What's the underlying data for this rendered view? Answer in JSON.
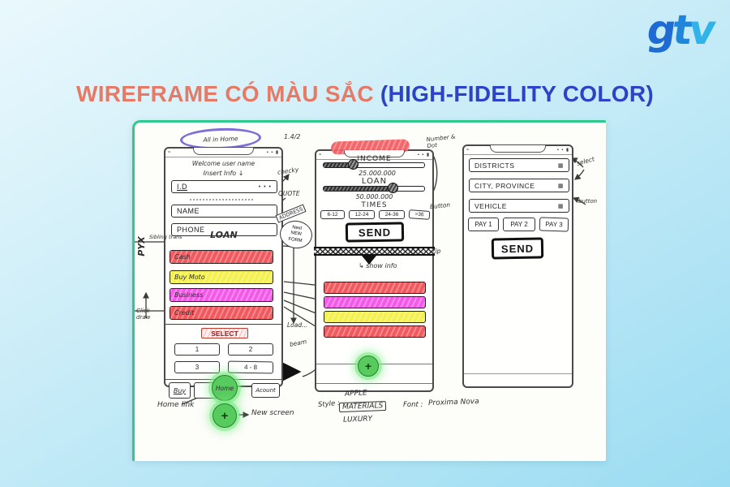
{
  "page": {
    "logo_text": "gtv",
    "title": {
      "main": "WIREFRAME CÓ MÀU SẮC",
      "sub": " (HIGH-FIDELITY COLOR)"
    },
    "colors": {
      "title_main": "#e57a66",
      "title_sub": "#2c43c8",
      "background_top": "#eaf8fd",
      "background_bottom": "#9bdcf2",
      "sketch_border_green": "#2fc98c",
      "logo_blue": "#1d6bd3",
      "logo_light_blue": "#2fb3e8",
      "highlight_red": "#f0595e",
      "highlight_yellow": "#f4f04e",
      "highlight_magenta": "#f45ae8",
      "accent_green": "#57cb5e",
      "circle_purple": "#7f6ed8"
    }
  },
  "sketch": {
    "date_note": "1.4/2",
    "icons": {
      "status_icons": "▪ ▪ ▮",
      "status_left": "≈",
      "more_icon": "• • •",
      "plus_icon": "+",
      "field_icon": "▦",
      "down_arrow": "↓",
      "right_arrow": "→"
    },
    "screen1": {
      "circled_title": "All in Home",
      "side_label": "PYX",
      "welcome_text": "Welcome user name",
      "insert_info": "Insert Info ↓",
      "id_field": "I.D",
      "name_field": "NAME",
      "phone_field": "PHONE",
      "sibling_label": "Sibling trans",
      "loan_label": "LOAN",
      "loan_items": [
        {
          "label": "Cash",
          "color": "#f0595e"
        },
        {
          "label": "Buy Moto",
          "color": "#f4f04e"
        },
        {
          "label": "Business",
          "color": "#f45ae8"
        },
        {
          "label": "Credit",
          "color": "#f0595e"
        }
      ],
      "select_label": "SELECT",
      "grid_buttons": [
        "1",
        "2",
        "3",
        "4 - 8"
      ],
      "nav_buy": "Buy",
      "nav_home": "Home",
      "nav_account": "Acount",
      "notes": {
        "checky": "checky",
        "checky_arrow": "↓",
        "quote": "QUOTE",
        "address": "ADDRESS",
        "next_form_l1": "Next",
        "next_form_l2": "NEW",
        "next_form_l3": "FORM",
        "click_draw": "Click draw",
        "load": "Load...",
        "beam": "beam",
        "home_link": "Home link",
        "new_screen": "New screen"
      }
    },
    "screen2": {
      "income_label": "INCOME",
      "income_value": "25.000.000",
      "loan_label": "LOAN",
      "loan_value": "50.000.000",
      "times_label": "TIMES",
      "times_options": [
        "6-12",
        "12-24",
        "24-36",
        ">36"
      ],
      "send_label": "SEND",
      "bar_colors": [
        "#f0595e",
        "#f45ae8",
        "#f4f04e",
        "#f0595e"
      ],
      "notes": {
        "number_dot": "Number & Dot",
        "button": "Button",
        "tip": "Tip",
        "show_info": "↳ show info"
      }
    },
    "screen3": {
      "fields": [
        "DISTRICTS",
        "CITY, PROVINCE",
        "VEHICLE"
      ],
      "pay_buttons": [
        "PAY 1",
        "PAY 2",
        "PAY 3"
      ],
      "send_label": "SEND",
      "notes": {
        "select": "select",
        "button": "button"
      }
    },
    "footer": {
      "style_label": "Style :",
      "style_options": [
        "APPLE",
        "MATERIALS",
        "LUXURY"
      ],
      "selected_style": "MATERIALS",
      "font_label": "Font :",
      "font_value": "Proxima Nova"
    }
  }
}
